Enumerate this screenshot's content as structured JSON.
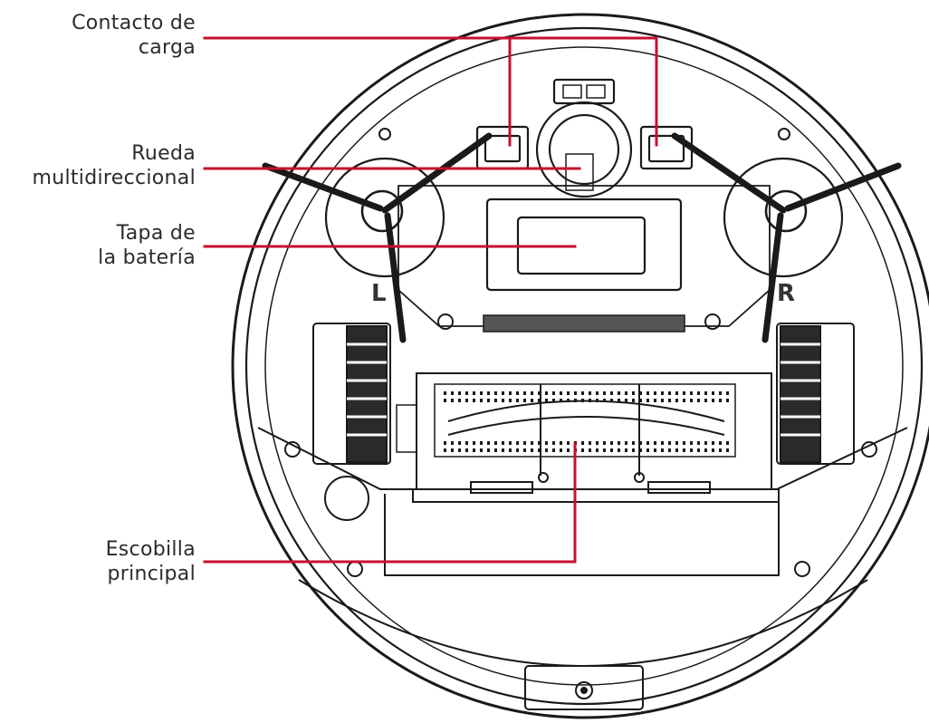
{
  "labels": {
    "charge_contact": [
      "Contacto de",
      "carga"
    ],
    "swivel_wheel": [
      "Rueda",
      "multidireccional"
    ],
    "battery_cover": [
      "Tapa de",
      "la batería"
    ],
    "main_brush": [
      "Escobilla",
      "principal"
    ]
  },
  "side_marks": {
    "left": "L",
    "right": "R"
  },
  "colors": {
    "leader_line": "#c8102e",
    "outline": "#1a1a1a",
    "text": "#2b2b2b"
  }
}
